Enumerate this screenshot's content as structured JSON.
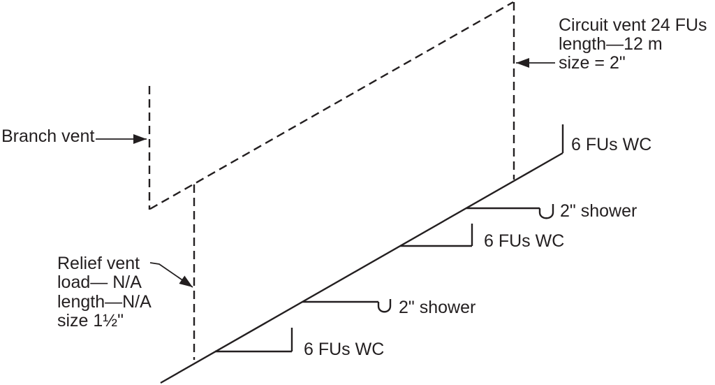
{
  "figure": {
    "colors": {
      "ink": "#231f20",
      "background": "#ffffff"
    },
    "circuit_vent_note": {
      "line1": "Circuit vent 24 FUs",
      "line2": "length—12 m",
      "line3": "size = 2\""
    },
    "branch_vent_label": "Branch vent",
    "relief_vent_note": {
      "line1": "Relief vent",
      "line2": "load— N/A",
      "line3": "length—N/A",
      "line4": "size 1½\""
    },
    "fixtures": [
      {
        "label": "6 FUs WC"
      },
      {
        "label": "2\" shower"
      },
      {
        "label": "6 FUs WC"
      },
      {
        "label": "2\" shower"
      },
      {
        "label": "6 FUs WC"
      }
    ]
  }
}
